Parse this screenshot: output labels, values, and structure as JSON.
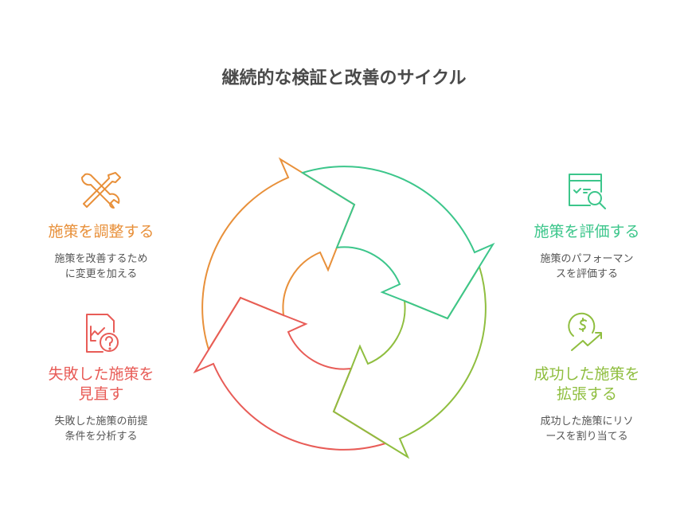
{
  "title": "継続的な検証と改善のサイクル",
  "colors": {
    "orange": "#e8903a",
    "green": "#3cc68b",
    "lime": "#8fbe3f",
    "red": "#e85c57"
  },
  "steps": {
    "adjust": {
      "heading": "施策を調整する",
      "desc": "施策を改善するため\nに変更を加える",
      "icon": "wrench-screwdriver-icon"
    },
    "evaluate": {
      "heading": "施策を評価する",
      "desc": "施策のパフォーマン\nスを評価する",
      "icon": "report-search-icon"
    },
    "scale": {
      "heading": "成功した施策を\n拡張する",
      "desc": "成功した施策にリソ\nースを割り当てる",
      "icon": "dollar-growth-icon"
    },
    "review": {
      "heading": "失敗した施策を\n見直す",
      "desc": "失敗した施策の前提\n条件を分析する",
      "icon": "document-question-icon"
    }
  }
}
